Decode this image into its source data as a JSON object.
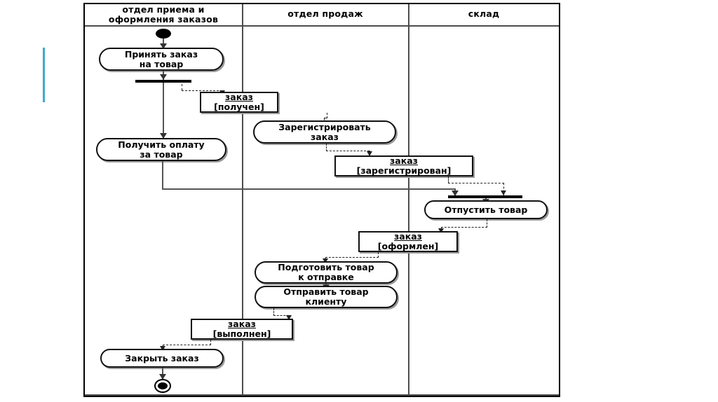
{
  "diagram": {
    "title": "UML activity diagram with swimlanes (order processing)",
    "accent_color": "#3fa9d4",
    "line_color": "#4d4d4d",
    "lanes": [
      {
        "id": "lane-intake",
        "label": "отдел приема и\nоформления заказов"
      },
      {
        "id": "lane-sales",
        "label": "отдел продаж"
      },
      {
        "id": "lane-warehouse",
        "label": "склад"
      }
    ],
    "lane_titles": {
      "intake_line1": "отдел приема и",
      "intake_line2": "оформления заказов",
      "sales": "отдел продаж",
      "warehouse": "склад"
    },
    "activities": [
      {
        "id": "accept-order",
        "line1": "Принять заказ",
        "line2": "на товар",
        "lane": "lane-intake"
      },
      {
        "id": "receive-payment",
        "line1": "Получить оплату",
        "line2": "за товар",
        "lane": "lane-intake"
      },
      {
        "id": "register-order",
        "line1": "Зарегистрировать",
        "line2": "заказ",
        "lane": "lane-sales"
      },
      {
        "id": "release-goods",
        "line1": "Отпустить товар",
        "line2": "",
        "lane": "lane-warehouse"
      },
      {
        "id": "prepare-goods",
        "line1": "Подготовить товар",
        "line2": "к отправке",
        "lane": "lane-sales"
      },
      {
        "id": "ship-goods",
        "line1": "Отправить товар",
        "line2": "клиенту",
        "lane": "lane-sales"
      },
      {
        "id": "close-order",
        "line1": "Закрыть заказ",
        "line2": "",
        "lane": "lane-intake"
      }
    ],
    "objects": [
      {
        "id": "order-received",
        "name": "заказ",
        "state": "[получен]"
      },
      {
        "id": "order-registered",
        "name": "заказ",
        "state": "[зарегистрирован]"
      },
      {
        "id": "order-processed",
        "name": "заказ",
        "state": "[оформлен]"
      },
      {
        "id": "order-completed",
        "name": "заказ",
        "state": "[выполнен]"
      }
    ],
    "nodes": [
      {
        "id": "start-node",
        "kind": "initial"
      },
      {
        "id": "end-node",
        "kind": "final"
      },
      {
        "id": "fork-bar",
        "kind": "fork"
      },
      {
        "id": "join-bar",
        "kind": "join"
      }
    ]
  }
}
